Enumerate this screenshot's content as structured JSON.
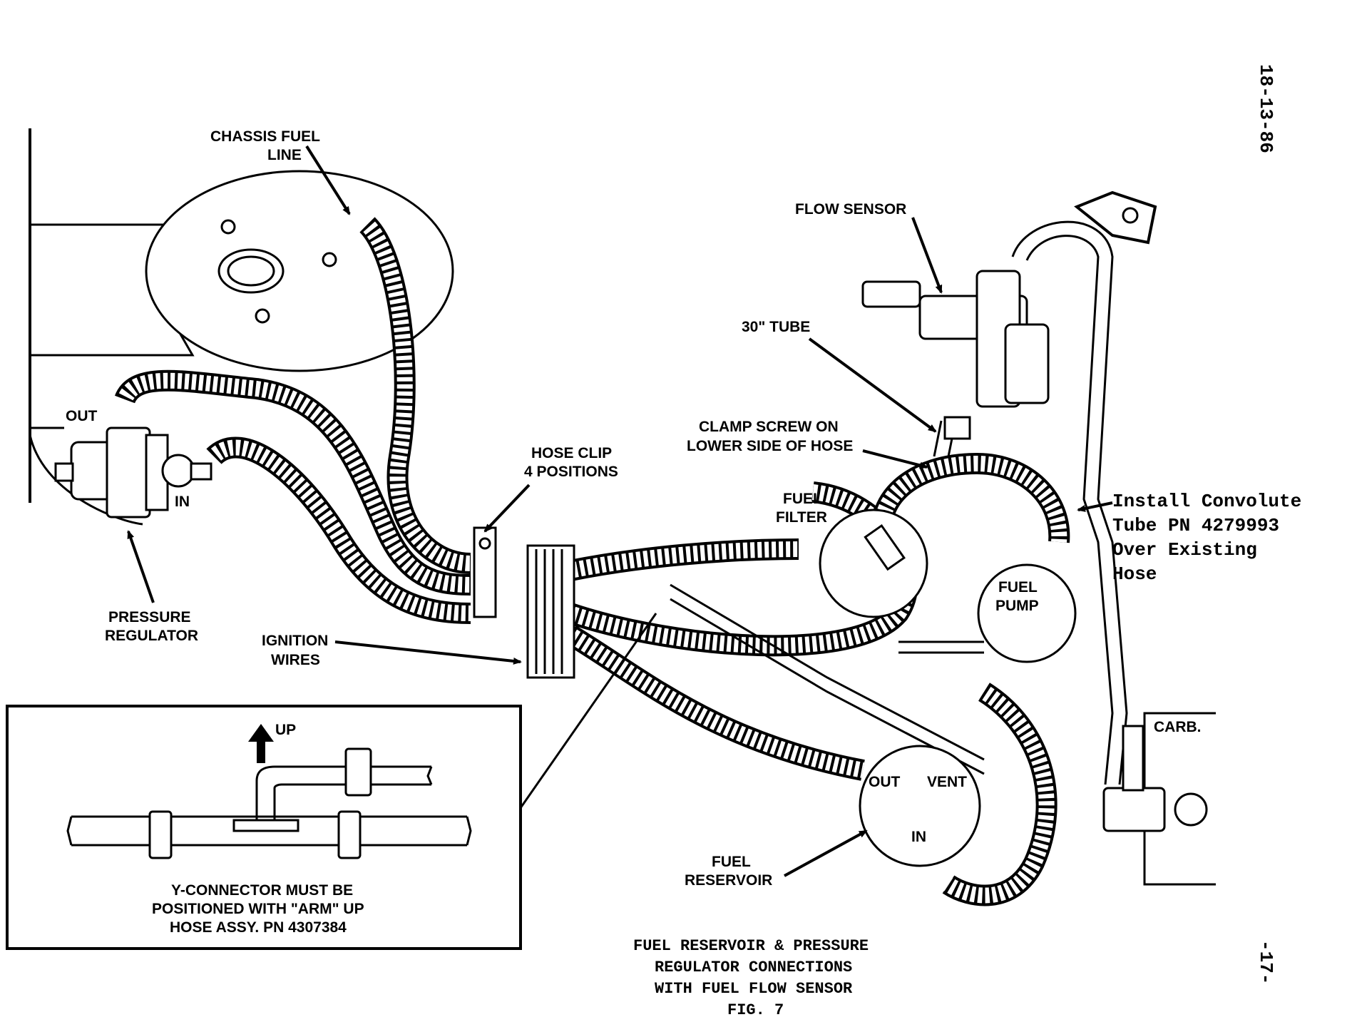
{
  "side_text": {
    "date": "18-13-86",
    "page": "-17-"
  },
  "labels": {
    "chassis_fuel_line": [
      "CHASSIS FUEL",
      "LINE"
    ],
    "flow_sensor": "FLOW SENSOR",
    "tube_30": "30\" TUBE",
    "clamp_screw": [
      "CLAMP SCREW ON",
      "LOWER SIDE OF HOSE"
    ],
    "hose_clip": [
      "HOSE CLIP",
      "4 POSITIONS"
    ],
    "fuel_filter": [
      "FUEL",
      "FILTER"
    ],
    "fuel_pump": [
      "FUEL",
      "PUMP"
    ],
    "out": "OUT",
    "in": "IN",
    "pressure_regulator": [
      "PRESSURE",
      "REGULATOR"
    ],
    "ignition_wires": [
      "IGNITION",
      "WIRES"
    ],
    "reservoir_out": "OUT",
    "reservoir_vent": "VENT",
    "reservoir_in": "IN",
    "fuel_reservoir": [
      "FUEL",
      "RESERVOIR"
    ],
    "carb": "CARB.",
    "install_note": [
      "Install Convolute",
      "Tube PN 4279993",
      "Over Existing",
      "Hose"
    ]
  },
  "inset": {
    "up": "UP",
    "note": [
      "Y-CONNECTOR MUST BE",
      "POSITIONED WITH \"ARM\" UP",
      "HOSE ASSY. PN 4307384"
    ]
  },
  "caption": [
    "FUEL RESERVOIR & PRESSURE",
    "REGULATOR CONNECTIONS",
    "WITH FUEL FLOW SENSOR",
    "FIG. 7"
  ]
}
